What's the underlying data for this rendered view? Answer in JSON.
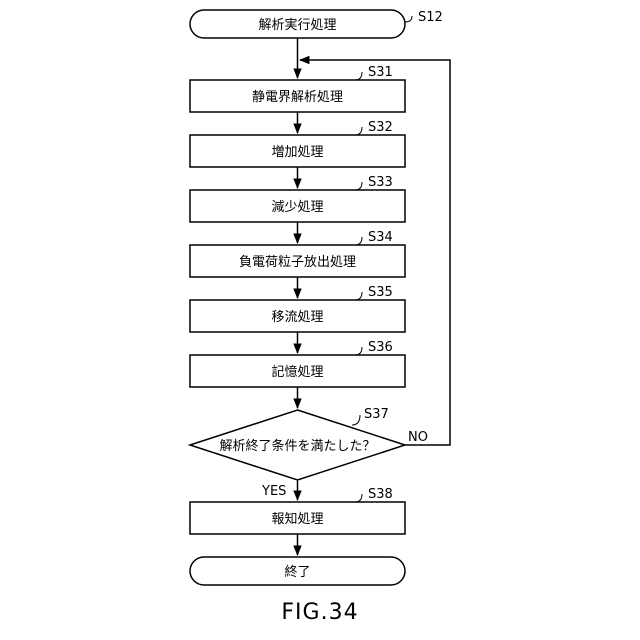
{
  "diagram": {
    "start": {
      "id": "S12",
      "label": "解析実行処理"
    },
    "steps": [
      {
        "id": "S31",
        "label": "静電界解析処理"
      },
      {
        "id": "S32",
        "label": "増加処理"
      },
      {
        "id": "S33",
        "label": "減少処理"
      },
      {
        "id": "S34",
        "label": "負電荷粒子放出処理"
      },
      {
        "id": "S35",
        "label": "移流処理"
      },
      {
        "id": "S36",
        "label": "記憶処理"
      }
    ],
    "decision": {
      "id": "S37",
      "label": "解析終了条件を満たした？",
      "no_label": "NO",
      "yes_label": "YES"
    },
    "after": {
      "id": "S38",
      "label": "報知処理"
    },
    "end": {
      "label": "終了"
    }
  },
  "caption": "FIG.34",
  "colors": {
    "stroke": "#000000",
    "fill": "#ffffff"
  }
}
